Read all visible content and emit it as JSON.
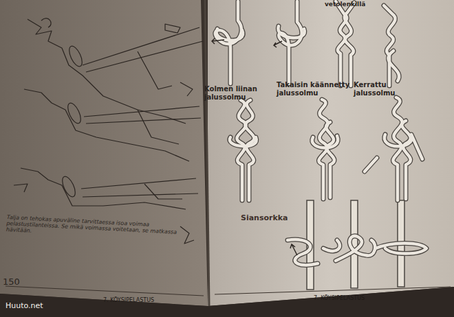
{
  "diagram": {
    "labels": [
      "vetolenkillä",
      "Kolmen liinan jalussolmu",
      "Takaisin käännetty jalussolmu",
      "Kerrattu jalussolmu",
      "Siansorkka",
      "Talja on tehokas apuväline tarvittaessa isoa voimaa pelastustilanteissa. Se mikä voimassa voitetaan, se matkassa hävitään.",
      "150",
      "7. KÖYSIPELASTUS",
      "7. KÖYSIPELASTUS",
      "Huuto.net"
    ]
  }
}
